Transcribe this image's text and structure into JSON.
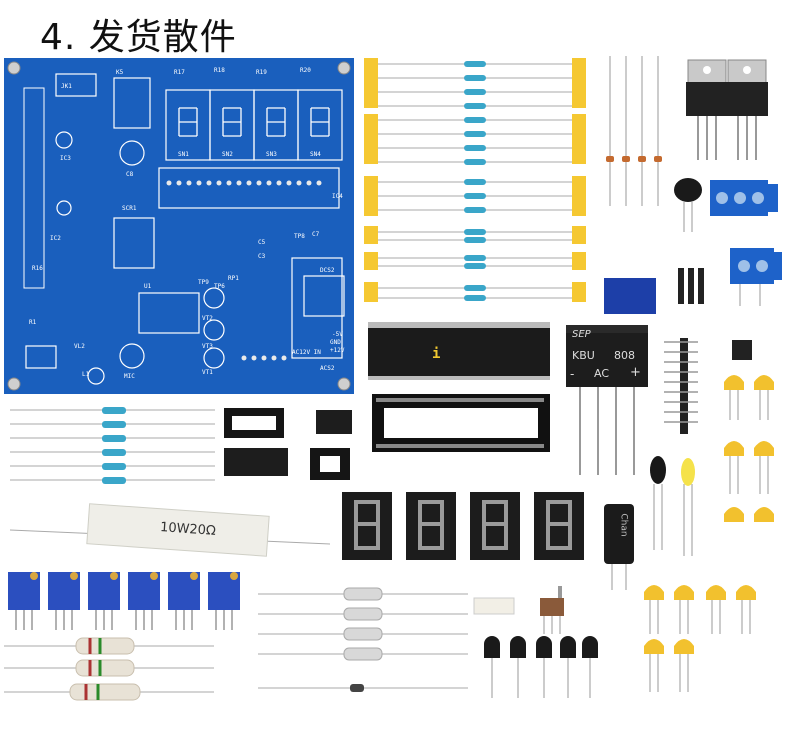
{
  "heading": "4. 发货散件",
  "pcb": {
    "labels": [
      "JK1",
      "K5",
      "R17",
      "R18",
      "R19",
      "R20",
      "SN1",
      "SN2",
      "SN3",
      "SN4",
      "IC4",
      "IC3",
      "C8",
      "SCR1",
      "IC2",
      "R16",
      "R1",
      "L1",
      "VL2",
      "MIC",
      "U1",
      "VT2",
      "VT3",
      "VT1",
      "TP8",
      "TP9",
      "TP6",
      "C7",
      "DCS2",
      "ACS2",
      "AC12V IN",
      "-5V",
      "GND",
      "+12V",
      "C5",
      "C3",
      "RP1"
    ]
  },
  "resistor_cement": {
    "marking": "10W20Ω"
  },
  "ic_chip": {
    "marking": "i"
  },
  "bridge_rectifier": {
    "brand": "SEP",
    "model": "KBU",
    "part": "808",
    "ac_label": "AC",
    "minus": "-",
    "plus": "+"
  },
  "capacitor": {
    "marking": "Chan"
  },
  "colors": {
    "pcb": "#1a5fbd",
    "cap_yellow": "#f2c12e",
    "display": "#1c1c1c",
    "trimmer": "#2b4fbf",
    "tape": "#f5c832"
  }
}
